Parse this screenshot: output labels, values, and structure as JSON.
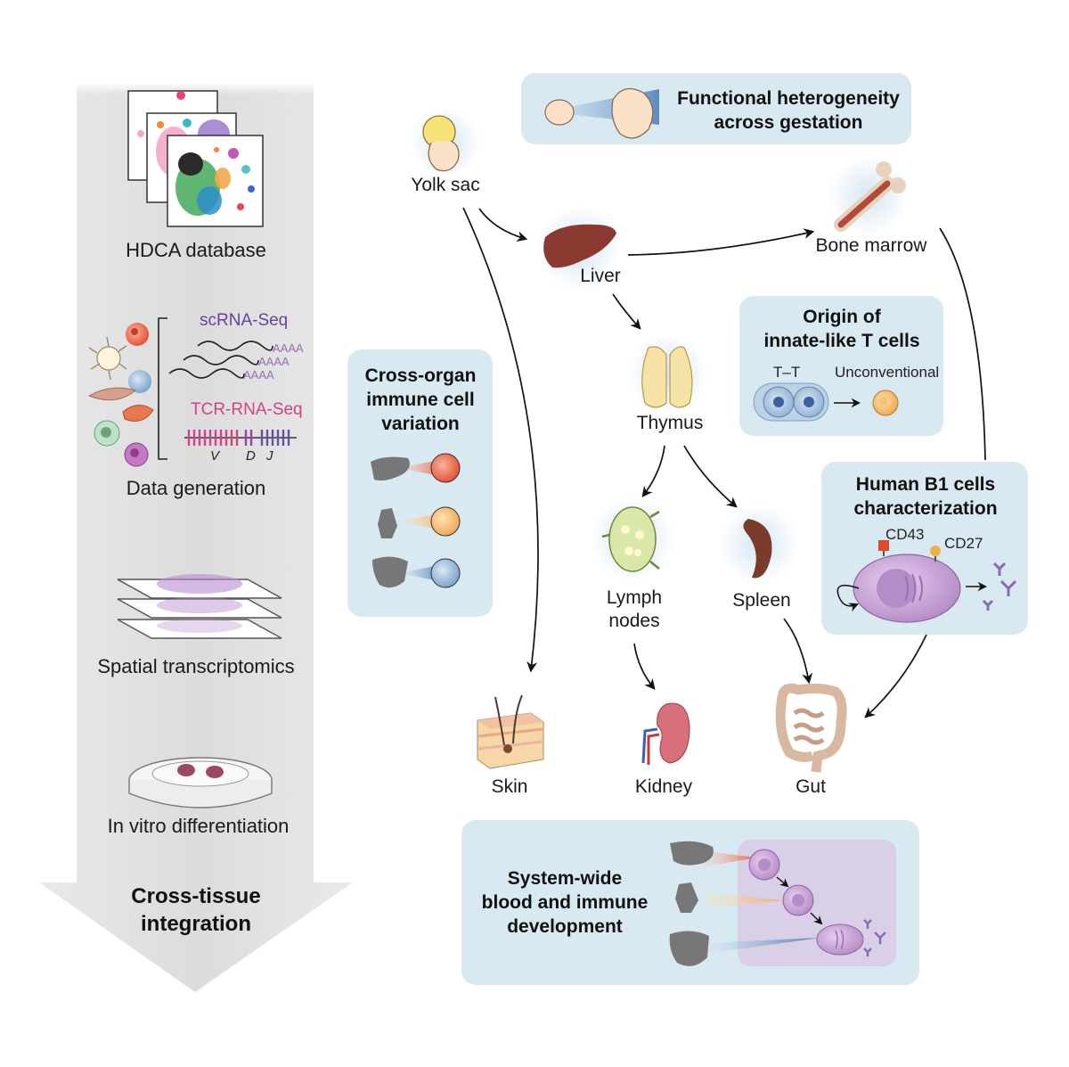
{
  "pipeline": {
    "steps": [
      {
        "label": "HDCA database"
      },
      {
        "label": "Data generation"
      },
      {
        "label": "Spatial transcriptomics"
      },
      {
        "label": "In vitro differentiation"
      }
    ],
    "seq": {
      "scrna": "scRNA-Seq",
      "tcr": "TCR-RNA-Seq",
      "polyA": [
        "AAAA",
        "AAAA",
        "AAAA"
      ],
      "vdj": [
        "V",
        "D",
        "J"
      ]
    },
    "conclusion": [
      "Cross-tissue",
      "integration"
    ]
  },
  "organs": {
    "yolk_sac": "Yolk sac",
    "liver": "Liver",
    "bone_marrow": "Bone marrow",
    "thymus": "Thymus",
    "lymph_nodes": [
      "Lymph",
      "nodes"
    ],
    "spleen": "Spleen",
    "skin": "Skin",
    "kidney": "Kidney",
    "gut": "Gut"
  },
  "boxes": {
    "gestation": [
      "Functional heterogeneity",
      "across gestation"
    ],
    "cross_organ": [
      "Cross-organ",
      "immune cell",
      "variation"
    ],
    "innate": {
      "title": [
        "Origin of",
        "innate-like T cells"
      ],
      "tt": "T–T",
      "unconventional": "Unconventional"
    },
    "b1": {
      "title": [
        "Human B1 cells",
        "characterization"
      ],
      "cd43": "CD43",
      "cd27": "CD27"
    },
    "system": [
      "System-wide",
      "blood and immune",
      "development"
    ]
  },
  "colors": {
    "box_fill": "#d6e8f1",
    "arrow_band": "#e3e3e3",
    "liver": "#8b3a32",
    "cell_orange": "#f08060",
    "cell_blue": "#9fc2de",
    "b1_purple": "#c9a6d6"
  }
}
